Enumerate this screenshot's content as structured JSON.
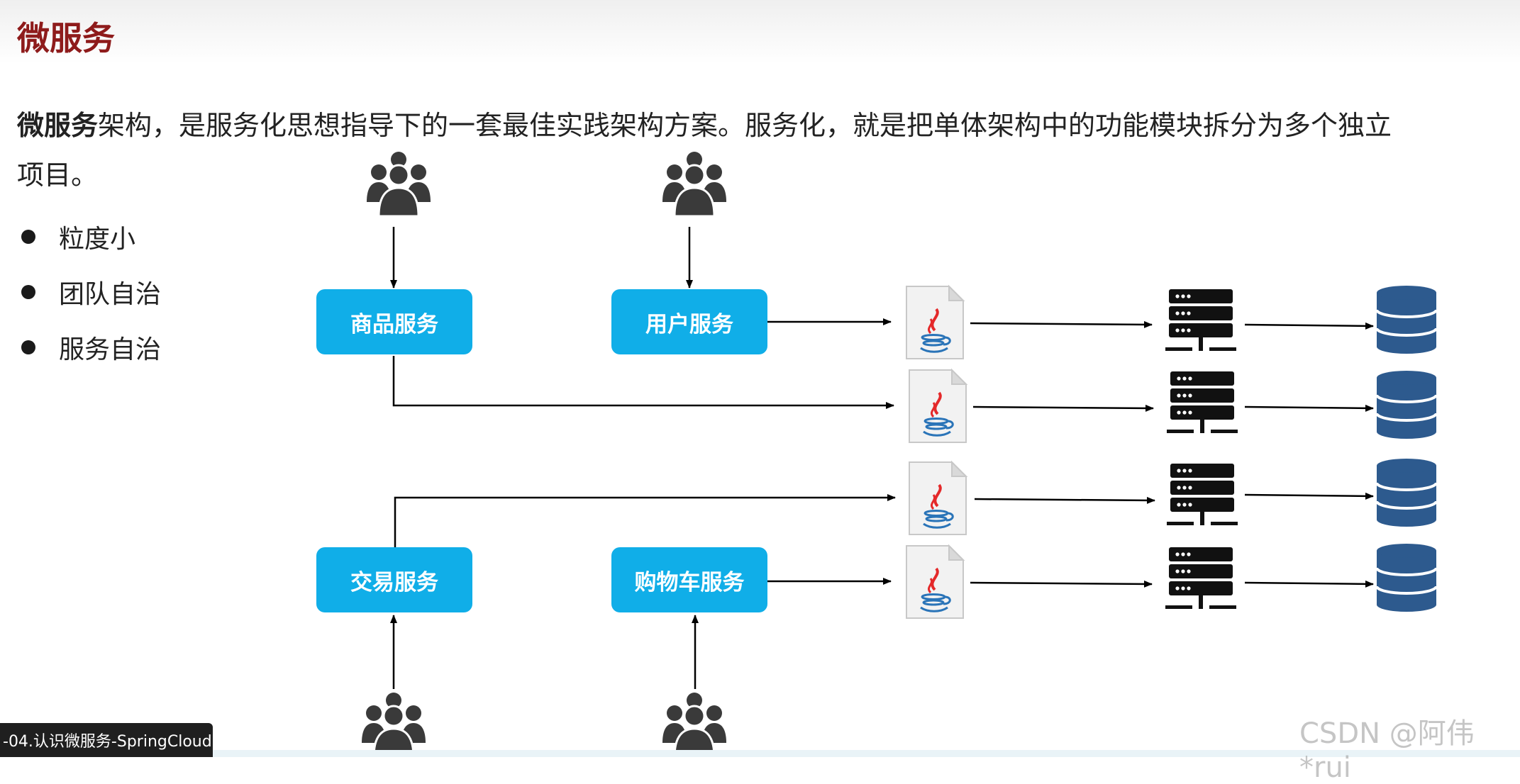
{
  "slide": {
    "title": "微服务",
    "paragraph_bold": "微服务",
    "paragraph_line1": "架构，是服务化思想指导下的一套最佳实践架构方案。服务化，就是把单体架构中的功能模块拆分为多个独立",
    "paragraph_line2": "项目。",
    "bullets": [
      "粒度小",
      "团队自治",
      "服务自治"
    ]
  },
  "diagram": {
    "services": [
      {
        "label": "商品服务"
      },
      {
        "label": "用户服务"
      },
      {
        "label": "交易服务"
      },
      {
        "label": "购物车服务"
      }
    ],
    "colors": {
      "service_box": "#10aee8",
      "user_icon": "#3a3a3a",
      "database": "#2d5a8e",
      "server": "#111111",
      "arrow": "#000000"
    },
    "icons": [
      "users-group-icon",
      "java-file-icon",
      "server-rack-icon",
      "database-icon"
    ]
  },
  "overlay": {
    "video_label": "-04.认识微服务-SpringCloud",
    "watermark": "CSDN @阿伟*rui"
  }
}
